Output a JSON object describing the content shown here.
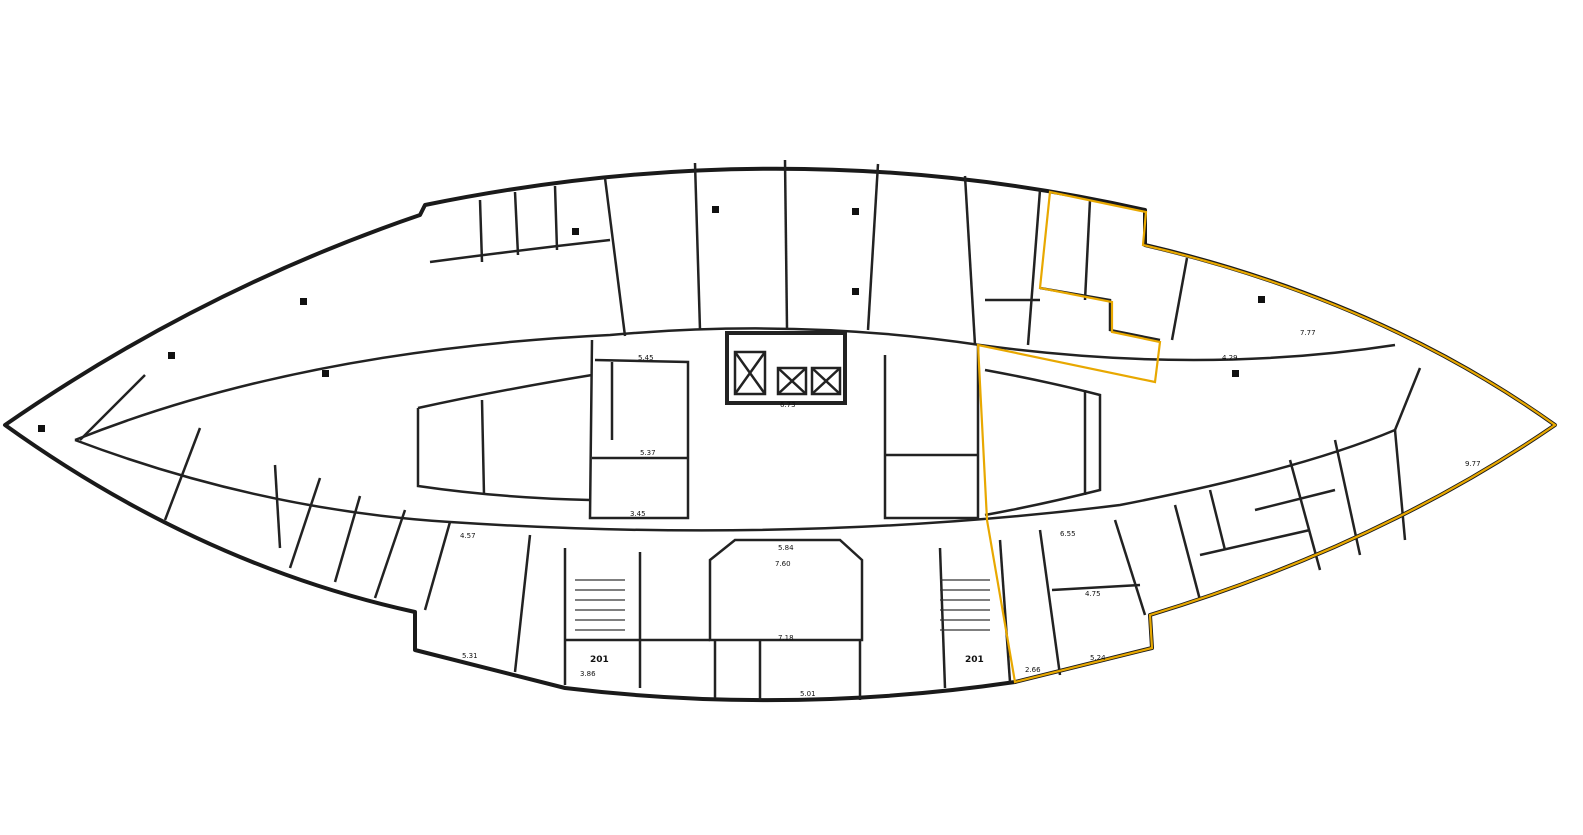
{
  "plan": {
    "highlight_color": "#e8a800",
    "wall_color": "#1a1a1a",
    "labels": [
      "201",
      "201",
      "7.60",
      "5.84",
      "7.18",
      "5.01",
      "6.73",
      "5.45",
      "5.37",
      "3.45",
      "4.57",
      "5.31",
      "7.77",
      "9.77",
      "4.29",
      "4.75",
      "5.24",
      "6.55",
      "2.66",
      "3.86"
    ]
  }
}
